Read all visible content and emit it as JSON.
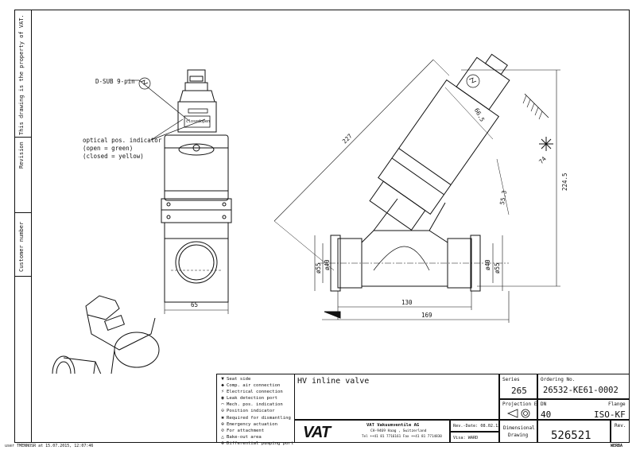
{
  "sidebar": {
    "property_note": "This drawing is the property of VAT.",
    "revision_label": "Revision",
    "customer_label": "Customer number"
  },
  "drawing": {
    "notes": {
      "dsub": "D-SUB 9-pin",
      "optical_line1": "optical pos. indicator",
      "optical_line2": "(open = green)",
      "optical_line3": "(closed = yellow)",
      "closed": "closed",
      "open": "open"
    },
    "dimensions": {
      "front_width": "65",
      "diag_length": "227",
      "top_offset": "66.5",
      "side_offset": "55.3",
      "angle": "74",
      "height": "224.5",
      "dia_outer_left": "ø55",
      "dia_inner_left": "ø40",
      "dia_inner_right": "ø40",
      "dia_outer_right": "ø55",
      "width_130": "130",
      "width_169": "169"
    }
  },
  "legend": {
    "items": [
      {
        "icon": "seat-side-icon",
        "symbol": "▼",
        "label": "Seat side"
      },
      {
        "icon": "comp-air-icon",
        "symbol": "◆",
        "label": "Comp. air connection"
      },
      {
        "icon": "electrical-icon",
        "symbol": "⚡",
        "label": "Electrical connection"
      },
      {
        "icon": "leak-detection-icon",
        "symbol": "◉",
        "label": "Leak detection port"
      },
      {
        "icon": "mech-pos-icon",
        "symbol": "⌒",
        "label": "Mech. pos. indication"
      },
      {
        "icon": "position-indicator-icon",
        "symbol": "⊖",
        "label": "Position indicator"
      },
      {
        "icon": "dismantling-icon",
        "symbol": "✱",
        "label": "Required for dismantling"
      },
      {
        "icon": "emergency-icon",
        "symbol": "⊕",
        "label": "Emergency actuation"
      },
      {
        "icon": "attachment-icon",
        "symbol": "⊘",
        "label": "For attachment"
      },
      {
        "icon": "bake-out-icon",
        "symbol": "△",
        "label": "Bake-out area"
      },
      {
        "icon": "pumping-port-icon",
        "symbol": "⊛",
        "label": "Differential pumping port"
      }
    ]
  },
  "title_block": {
    "description": "HV inline valve",
    "company": "VAT Vakuumventile AG",
    "address": "CH-9469 Haag , Switzerland",
    "contact": "Tel ++41 81 7716161 Fax ++41 81 7714830",
    "logo": "VAT",
    "rev_date": "Rev.-Date: 08.02.12",
    "visa": "Visa: WARD",
    "series_label": "Series",
    "series": "265",
    "ordering_label": "Ordering No.",
    "ordering_no": "26532-KE61-0002",
    "projection_label": "Projection E",
    "dn_label": "DN",
    "dn": "40",
    "flange_label": "Flange",
    "flange": "ISO-KF",
    "dimensional_line1": "Dimensional",
    "dimensional_line2": "Drawing",
    "drawing_no": "526521",
    "rev_label": "Rev."
  },
  "footer": {
    "user_stamp": "user  TMENNOSR  at 15.07.2015, 12:07:46",
    "brand_stamp": "WERBA"
  }
}
